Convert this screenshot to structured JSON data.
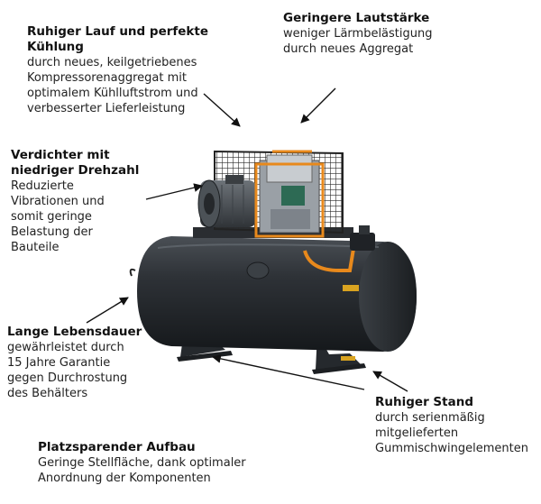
{
  "callouts": {
    "cooling": {
      "title": "Ruhiger Lauf und perfekte\nKühlung",
      "text": "durch neues, keilgetriebenes\nKompressorenaggregat mit\noptimalem Kühlluftstrom und\nverbesserter Lieferleistung"
    },
    "noise": {
      "title": "Geringere Lautstärke",
      "text": "weniger Lärmbelästigung\ndurch neues Aggregat"
    },
    "compressor": {
      "title": "Verdichter mit\nniedriger Drehzahl",
      "text": "Reduzierte\nVibrationen und\nsomit geringe\nBelastung der\nBauteile"
    },
    "lifetime": {
      "title": "Lange Lebensdauer",
      "text": "gewährleistet durch\n15 Jahre Garantie\ngegen Durchrostung\ndes Behälters"
    },
    "stand": {
      "title": "Ruhiger Stand",
      "text": "durch serienmäßig\nmitgelieferten\nGummischwingelementen"
    },
    "space": {
      "title": "Platzsparender Aufbau",
      "text": "Geringe Stellfläche, dank optimaler\nAnordnung der Komponenten"
    }
  },
  "colors": {
    "tank": "#2b2f33",
    "accent_orange": "#e8891c",
    "arrow": "#111111"
  }
}
